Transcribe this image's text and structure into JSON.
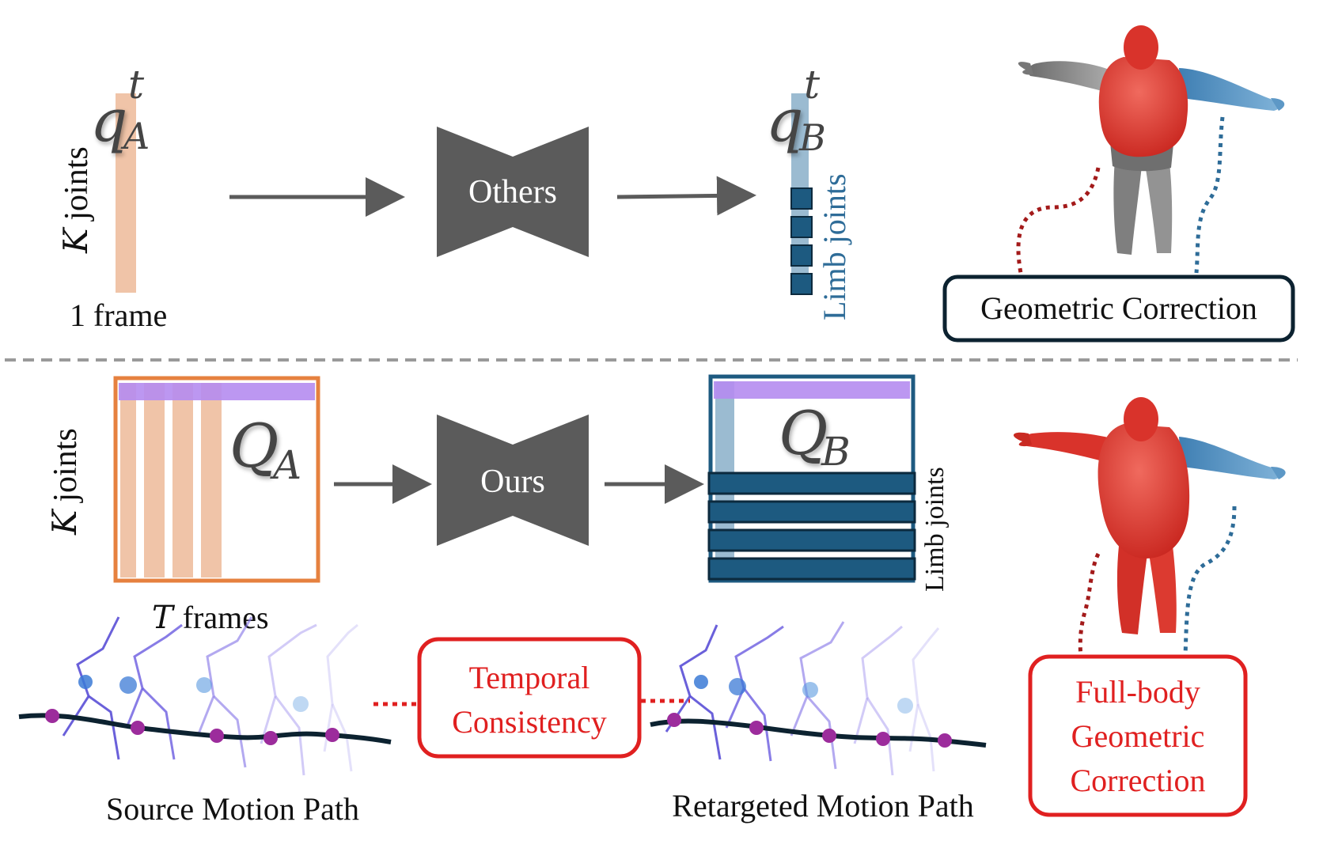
{
  "top": {
    "k_joints_letter": "K",
    "k_joints_label": "joints",
    "qA_base": "q",
    "qA_sub": "A",
    "qA_sup": "t",
    "one_frame": "1 frame",
    "others_label": "Others",
    "qB_base": "q",
    "qB_sub": "B",
    "qB_sup": "t",
    "limb_joints": "Limb joints",
    "geom_correction": "Geometric Correction"
  },
  "bottom": {
    "k_joints_letter": "K",
    "k_joints_label": "joints",
    "QA_base": "Q",
    "QA_sub": "A",
    "T_letter": "T",
    "frames_label": "frames",
    "ours_label": "Ours",
    "QB_base": "Q",
    "QB_sub": "B",
    "limb_joints": "Limb joints",
    "temporal_line1": "Temporal",
    "temporal_line2": "Consistency",
    "fullbody_line1": "Full-body",
    "fullbody_line2": "Geometric",
    "fullbody_line3": "Correction",
    "source_path": "Source Motion Path",
    "retargeted_path": "Retargeted Motion Path"
  },
  "colors": {
    "source_orange": "#f0c4a8",
    "frame_orange": "#e6813f",
    "target_blue": "#1d5a80",
    "light_blue": "#9bbbd1",
    "purple_bar": "#b58cf0",
    "network_gray": "#5b5b5b",
    "accent_red": "#e02020",
    "body_red": "#e23b32",
    "limb_blue": "#4b8bbd",
    "body_gray": "#8c8c8c",
    "path_dark": "#0c2230",
    "path_dot": "#9c2c9c",
    "label_blue": "#2e6c98"
  },
  "icons": [
    "human-mesh-icon",
    "skeleton-motion-icon"
  ]
}
